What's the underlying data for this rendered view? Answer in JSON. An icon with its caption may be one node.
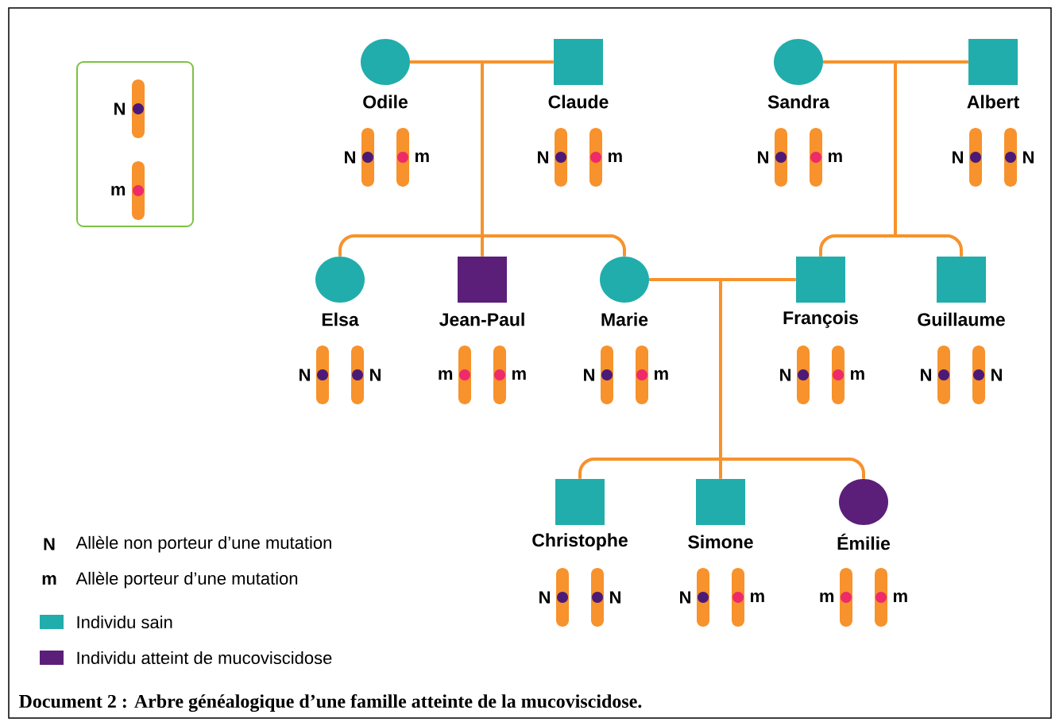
{
  "diagram": {
    "caption": "Document 2 : Arbre généalogique d’une famille atteinte de la mucoviscidose.",
    "nodes": [
      {
        "text": [
          "Odile"
        ],
        "beside": [
          "N",
          "m"
        ]
      },
      {
        "text": [
          "Claude"
        ],
        "beside": [
          "N",
          "m"
        ]
      },
      {
        "text": [
          "Sandra"
        ],
        "beside": [
          "N",
          "m"
        ]
      },
      {
        "text": [
          "Albert"
        ],
        "beside": [
          "N",
          "N"
        ]
      },
      {
        "text": [
          "Elsa"
        ],
        "beside": [
          "N",
          "N"
        ]
      },
      {
        "text": [
          "Jean-Paul"
        ],
        "beside": [
          "m",
          "m"
        ]
      },
      {
        "text": [
          "Marie"
        ],
        "beside": [
          "N",
          "m"
        ]
      },
      {
        "text": [
          "François"
        ],
        "beside": [
          "N",
          "m"
        ]
      },
      {
        "text": [
          "Guillaume"
        ],
        "beside": [
          "N",
          "N"
        ]
      },
      {
        "text": [
          "Christophe"
        ],
        "beside": [
          "N",
          "N"
        ]
      },
      {
        "text": [
          "Simone"
        ],
        "beside": [
          "N",
          "m"
        ]
      },
      {
        "text": [
          "Émilie"
        ],
        "beside": [
          "m",
          "m"
        ]
      }
    ],
    "edges": [
      {
        "from": 0,
        "to": 1,
        "arrow": "none"
      },
      {
        "from": 2,
        "to": 3,
        "arrow": "none"
      },
      {
        "from": 6,
        "to": 7,
        "arrow": "none"
      },
      {
        "from": 0,
        "to": 4,
        "arrow": "none"
      },
      {
        "from": 0,
        "to": 5,
        "arrow": "none"
      },
      {
        "from": 0,
        "to": 6,
        "arrow": "none"
      },
      {
        "from": 2,
        "to": 7,
        "arrow": "none"
      },
      {
        "from": 2,
        "to": 8,
        "arrow": "none"
      },
      {
        "from": 6,
        "to": 9,
        "arrow": "none"
      },
      {
        "from": 6,
        "to": 10,
        "arrow": "none"
      },
      {
        "from": 6,
        "to": 11,
        "arrow": "none"
      }
    ],
    "labels": [
      "N",
      "m",
      "N",
      "Allèle non porteur d’une mutation",
      "m",
      "Allèle porteur d’une mutation"
    ],
    "legend": [
      {
        "text": "Individu sain",
        "color": "#21adab"
      },
      {
        "text": "Individu atteint de mucoviscidose",
        "color": "#5b1f7a"
      }
    ]
  }
}
